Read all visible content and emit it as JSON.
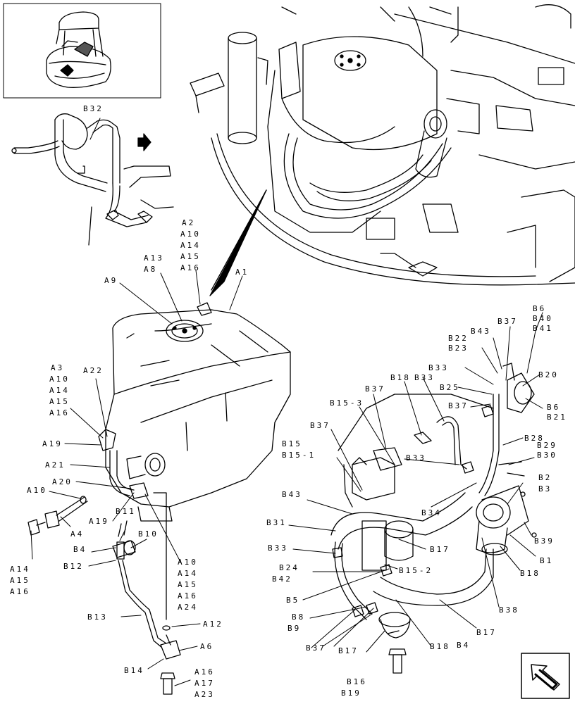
{
  "labels": [
    {
      "id": "B32",
      "text": "B32"
    },
    {
      "id": "A2",
      "text": "A2"
    },
    {
      "id": "A10a",
      "text": "A10"
    },
    {
      "id": "A14a",
      "text": "A14"
    },
    {
      "id": "A15a",
      "text": "A15"
    },
    {
      "id": "A16a",
      "text": "A16"
    },
    {
      "id": "A13",
      "text": "A13"
    },
    {
      "id": "A8",
      "text": "A8"
    },
    {
      "id": "A9",
      "text": "A9"
    },
    {
      "id": "A1",
      "text": "A1"
    },
    {
      "id": "A3",
      "text": "A3"
    },
    {
      "id": "A10b",
      "text": "A10"
    },
    {
      "id": "A14b",
      "text": "A14"
    },
    {
      "id": "A15b",
      "text": "A15"
    },
    {
      "id": "A16b",
      "text": "A16"
    },
    {
      "id": "A22",
      "text": "A22"
    },
    {
      "id": "A19a",
      "text": "A19"
    },
    {
      "id": "A21",
      "text": "A21"
    },
    {
      "id": "A20",
      "text": "A20"
    },
    {
      "id": "A10c",
      "text": "A10"
    },
    {
      "id": "A4",
      "text": "A4"
    },
    {
      "id": "A14c",
      "text": "A14"
    },
    {
      "id": "A15c",
      "text": "A15"
    },
    {
      "id": "A16c",
      "text": "A16"
    },
    {
      "id": "B11",
      "text": "B11"
    },
    {
      "id": "A19b",
      "text": "A19"
    },
    {
      "id": "B10",
      "text": "B10"
    },
    {
      "id": "B4a",
      "text": "B4"
    },
    {
      "id": "B12",
      "text": "B12"
    },
    {
      "id": "A10d",
      "text": "A10"
    },
    {
      "id": "A14d",
      "text": "A14"
    },
    {
      "id": "A15d",
      "text": "A15"
    },
    {
      "id": "A16d",
      "text": "A16"
    },
    {
      "id": "A24",
      "text": "A24"
    },
    {
      "id": "B13",
      "text": "B13"
    },
    {
      "id": "A12",
      "text": "A12"
    },
    {
      "id": "A6",
      "text": "A6"
    },
    {
      "id": "B14",
      "text": "B14"
    },
    {
      "id": "A16e",
      "text": "A16"
    },
    {
      "id": "A17",
      "text": "A17"
    },
    {
      "id": "A23",
      "text": "A23"
    },
    {
      "id": "B6a",
      "text": "B6"
    },
    {
      "id": "B40",
      "text": "B40"
    },
    {
      "id": "B41",
      "text": "B41"
    },
    {
      "id": "B37a",
      "text": "B37"
    },
    {
      "id": "B43a",
      "text": "B43"
    },
    {
      "id": "B22",
      "text": "B22"
    },
    {
      "id": "B23",
      "text": "B23"
    },
    {
      "id": "B33a",
      "text": "B33"
    },
    {
      "id": "B18a",
      "text": "B18"
    },
    {
      "id": "B33b",
      "text": "B33"
    },
    {
      "id": "B20",
      "text": "B20"
    },
    {
      "id": "B37b",
      "text": "B37"
    },
    {
      "id": "B25",
      "text": "B25"
    },
    {
      "id": "B15-3",
      "text": "B15-3"
    },
    {
      "id": "B37c",
      "text": "B37"
    },
    {
      "id": "B6b",
      "text": "B6"
    },
    {
      "id": "B21",
      "text": "B21"
    },
    {
      "id": "B37d",
      "text": "B37"
    },
    {
      "id": "B28",
      "text": "B28"
    },
    {
      "id": "B15",
      "text": "B15"
    },
    {
      "id": "B15-1",
      "text": "B15-1"
    },
    {
      "id": "B29",
      "text": "B29"
    },
    {
      "id": "B30",
      "text": "B30"
    },
    {
      "id": "B33c",
      "text": "B33"
    },
    {
      "id": "B2",
      "text": "B2"
    },
    {
      "id": "B3",
      "text": "B3"
    },
    {
      "id": "B43b",
      "text": "B43"
    },
    {
      "id": "B34",
      "text": "B34"
    },
    {
      "id": "B31",
      "text": "B31"
    },
    {
      "id": "B39",
      "text": "B39"
    },
    {
      "id": "B33d",
      "text": "B33"
    },
    {
      "id": "B17a",
      "text": "B17"
    },
    {
      "id": "B1",
      "text": "B1"
    },
    {
      "id": "B24",
      "text": "B24"
    },
    {
      "id": "B42",
      "text": "B42"
    },
    {
      "id": "B15-2",
      "text": "B15-2"
    },
    {
      "id": "B18b",
      "text": "B18"
    },
    {
      "id": "B5",
      "text": "B5"
    },
    {
      "id": "B38",
      "text": "B38"
    },
    {
      "id": "B8",
      "text": "B8"
    },
    {
      "id": "B9",
      "text": "B9"
    },
    {
      "id": "B17b",
      "text": "B17"
    },
    {
      "id": "B37e",
      "text": "B37"
    },
    {
      "id": "B17c",
      "text": "B17"
    },
    {
      "id": "B18c",
      "text": "B18"
    },
    {
      "id": "B4b",
      "text": "B4"
    },
    {
      "id": "B16",
      "text": "B16"
    },
    {
      "id": "B19",
      "text": "B19"
    }
  ],
  "icons": {
    "thumbnail": "excavator-thumbnail",
    "nav_arrow": "return-arrow-icon"
  }
}
